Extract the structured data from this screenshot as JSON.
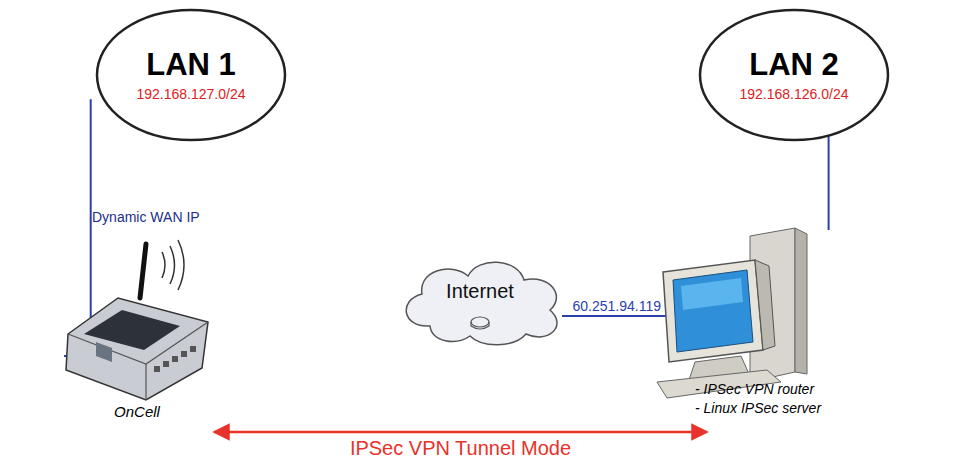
{
  "diagram": {
    "nodes": [
      {
        "text": [
          "LAN 1",
          "192.168.127.0/24"
        ]
      },
      {
        "text": [
          "LAN 2",
          "192.168.126.0/24"
        ]
      },
      {
        "text": [
          "OnCell"
        ]
      },
      {
        "text": [
          "Internet"
        ]
      },
      {
        "text": [
          "- IPSec VPN router",
          "- Linux IPSec server"
        ]
      }
    ],
    "edges": [
      {
        "from": 0,
        "to": 2,
        "arrow": "none"
      },
      {
        "from": 1,
        "to": 4,
        "arrow": "none"
      },
      {
        "from": 3,
        "to": 4,
        "label": "60.251.94.119",
        "arrow": "none"
      },
      {
        "from": 2,
        "to": 4,
        "label": "IPSec VPN Tunnel Mode",
        "arrow": "both"
      }
    ],
    "labels": [
      "Dynamic WAN IP"
    ]
  }
}
